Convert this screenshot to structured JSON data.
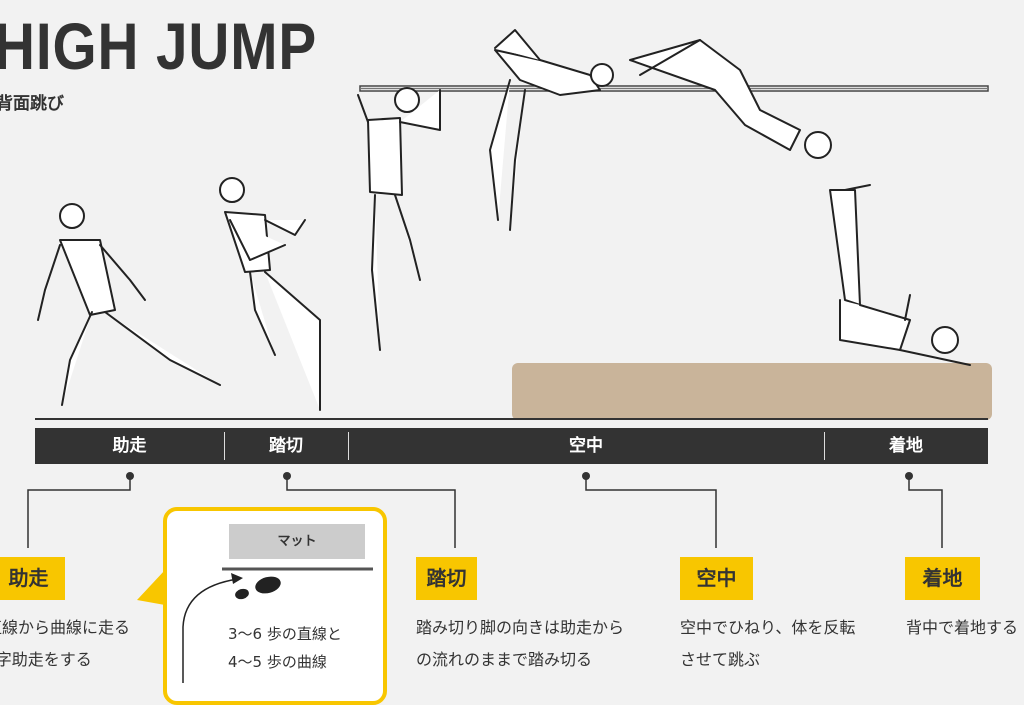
{
  "title": "HIGH JUMP",
  "subtitle": "背面跳び",
  "phases": [
    {
      "label": "助走"
    },
    {
      "label": "踏切"
    },
    {
      "label": "空中"
    },
    {
      "label": "着地"
    }
  ],
  "details": [
    {
      "tag": "助走",
      "lines": [
        "直線から曲線に走る",
        "J 字助走をする"
      ]
    },
    {
      "tag": "踏切",
      "lines": [
        "踏み切り脚の向きは助走から",
        "の流れのままで踏み切る"
      ]
    },
    {
      "tag": "空中",
      "lines": [
        "空中でひねり、体を反転",
        "させて跳ぶ"
      ]
    },
    {
      "tag": "着地",
      "lines": [
        "背中で着地する",
        ""
      ]
    }
  ],
  "inset": {
    "mat_label": "マット",
    "lines": [
      "3～6 歩の直線と",
      "4～5 歩の曲線"
    ]
  },
  "colors": {
    "accent": "#f8c600",
    "dark": "#333333",
    "mat": "#c9b49a",
    "background": "#f2f2f2"
  }
}
